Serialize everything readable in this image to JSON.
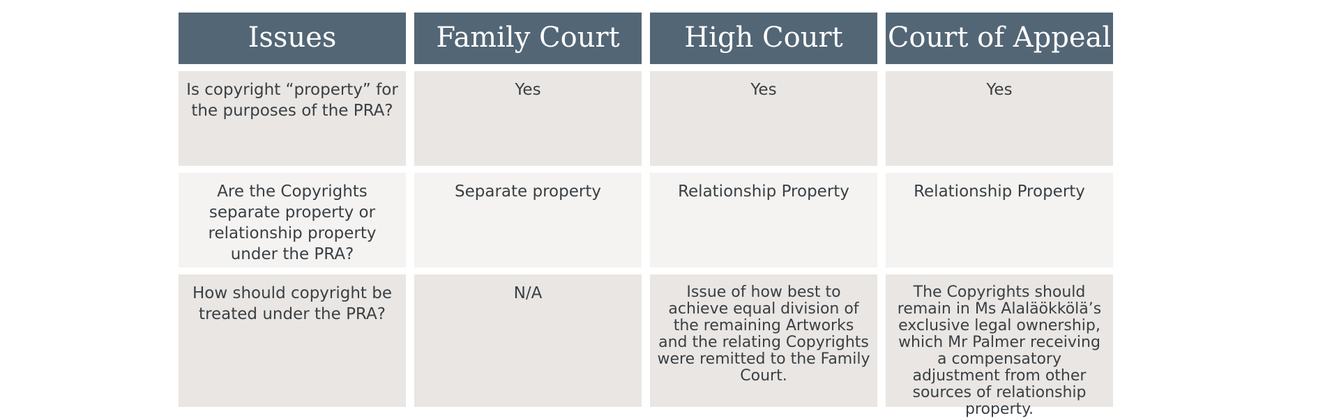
{
  "table": {
    "headers": [
      "Issues",
      "Family Court",
      "High Court",
      "Court of Appeal"
    ],
    "rows": [
      {
        "issue": "Is copyright “property” for the purposes of the PRA?",
        "family_court": "Yes",
        "high_court": "Yes",
        "court_of_appeal": "Yes"
      },
      {
        "issue": "Are the Copyrights separate property or relationship property under the PRA?",
        "family_court": "Separate property",
        "high_court": "Relationship Property",
        "court_of_appeal": "Relationship Property"
      },
      {
        "issue": "How should copyright be treated under the PRA?",
        "family_court": "N/A",
        "high_court": "Issue of how best to achieve equal division of the remaining Artworks and the relating Copyrights were remitted to the Family Court.",
        "court_of_appeal": "The Copyrights should remain in Ms Alaläökkölä’s exclusive legal ownership, which Mr Palmer receiving a compensatory adjustment from other sources of relationship property."
      }
    ]
  },
  "colors": {
    "header_bg": "#536676",
    "header_text": "#ffffff",
    "row_dark": "#e9e6e3",
    "row_light": "#f4f3f1",
    "body_text": "#3a3f44"
  }
}
